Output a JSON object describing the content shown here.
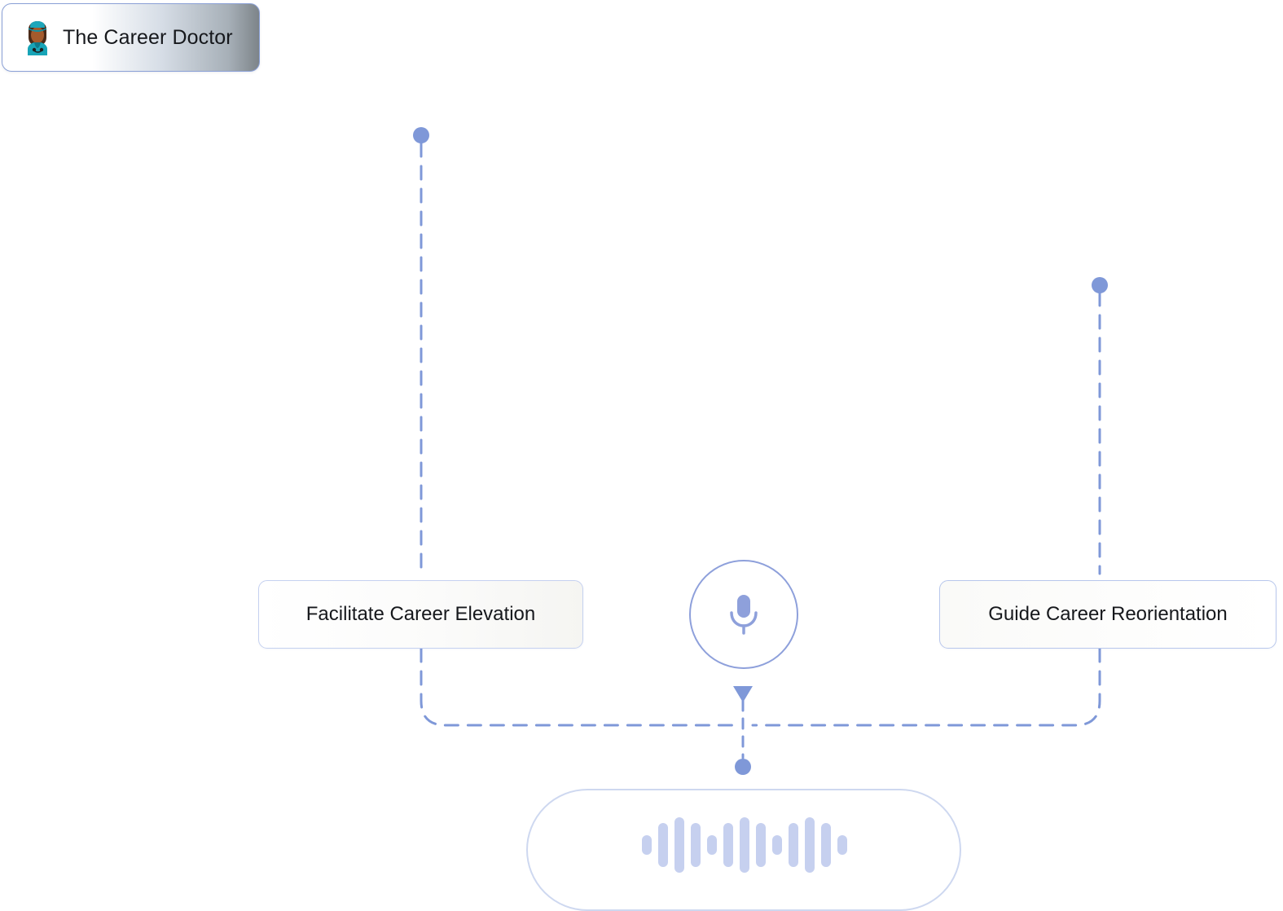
{
  "header": {
    "title": "The Career Doctor",
    "avatar_icon": "doctor-avatar-icon"
  },
  "options": {
    "left_label": "Facilitate Career Elevation",
    "right_label": "Guide Career Reorientation"
  },
  "controls": {
    "mic_icon": "microphone-icon",
    "wave_icon": "audio-waveform-icon"
  },
  "colors": {
    "accent": "#8ea0db",
    "connector": "#7f98d8",
    "card_border": "#c9d3ee",
    "wave": "#c6d0ef"
  }
}
